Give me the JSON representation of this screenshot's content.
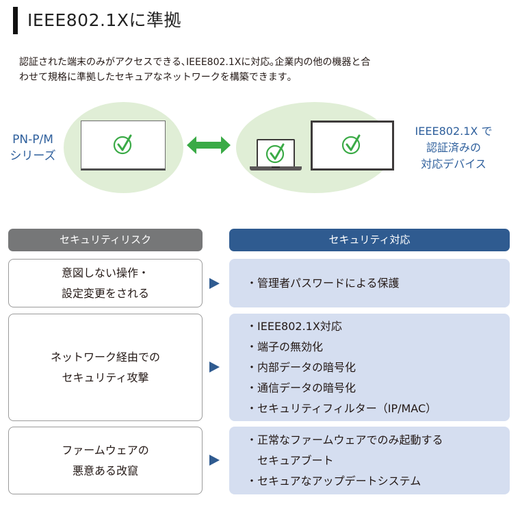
{
  "header": {
    "title": "IEEE802.1Xに準拠"
  },
  "intro": {
    "line1": "認証された端末のみがアクセスできる､IEEE802.1Xに対応｡企業内の他の機器と合",
    "line2": "わせて規格に準拠したセキュアなネットワークを構築できます｡"
  },
  "diagram": {
    "left_label": [
      "PN-P/M",
      "シリーズ"
    ],
    "right_label": [
      "IEEE802.1X で",
      "認証済みの",
      "対応デバイス"
    ],
    "left_device_icon": "monitor-check-icon",
    "right_device_icons": [
      "laptop-check-icon",
      "monitor-check-icon"
    ],
    "connector_icon": "double-arrow-icon",
    "colors": {
      "ellipse": "#e0eed6",
      "check": "#3aaa46",
      "arrow": "#3aaa46",
      "label": "#2e5f9c"
    }
  },
  "table": {
    "risk_header": "セキュリティリスク",
    "response_header": "セキュリティ対応",
    "colors": {
      "risk_header_bg": "#767778",
      "response_header_bg": "#2f5b90",
      "response_box_bg": "#d5def0"
    },
    "rows": [
      {
        "risk": [
          "意図しない操作・",
          "設定変更をされる"
        ],
        "responses": [
          "・管理者パスワードによる保護"
        ]
      },
      {
        "risk": [
          "ネットワーク経由での",
          "セキュリティ攻撃"
        ],
        "responses": [
          "・IEEE802.1X対応",
          "・端子の無効化",
          "・内部データの暗号化",
          "・通信データの暗号化",
          "・セキュリティフィルター（IP/MAC）"
        ]
      },
      {
        "risk": [
          "ファームウェアの",
          "悪意ある改竄"
        ],
        "responses": [
          "・正常なファームウェアでのみ起動する",
          "　セキュアブート",
          "・セキュアなアップデートシステム"
        ]
      }
    ]
  }
}
